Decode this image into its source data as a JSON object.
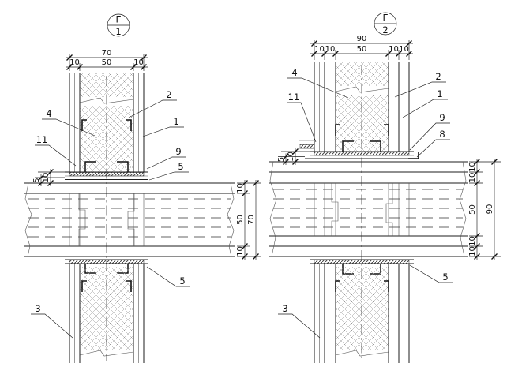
{
  "drawing": {
    "background": "#ffffff",
    "line_color": "#1c1c1c"
  },
  "details": {
    "d1": {
      "marker_letter": "Г",
      "marker_number": "1",
      "dim_width_total": "70",
      "dim_width_segments": [
        "10",
        "50",
        "10"
      ],
      "dim_joint": [
        "10",
        "5"
      ],
      "dim_height_segments": [
        "10",
        "50",
        "10"
      ],
      "dim_height_total": "70",
      "callouts": {
        "c2": "2",
        "c4": "4",
        "c1": "1",
        "c11": "11",
        "c9": "9",
        "c5_top": "5",
        "c5_bottom": "5",
        "c3": "3"
      }
    },
    "d2": {
      "marker_letter": "Г",
      "marker_number": "2",
      "dim_width_total": "90",
      "dim_width_segments": [
        "10",
        "10",
        "50",
        "10",
        "10"
      ],
      "dim_joint": [
        "10",
        "5"
      ],
      "dim_height_segments": [
        "10",
        "10",
        "50",
        "10",
        "10"
      ],
      "dim_height_total": "90",
      "callouts": {
        "c4": "4",
        "c2": "2",
        "c11": "11",
        "c1": "1",
        "c9": "9",
        "c8": "8",
        "c5": "5",
        "c3": "3"
      }
    }
  }
}
